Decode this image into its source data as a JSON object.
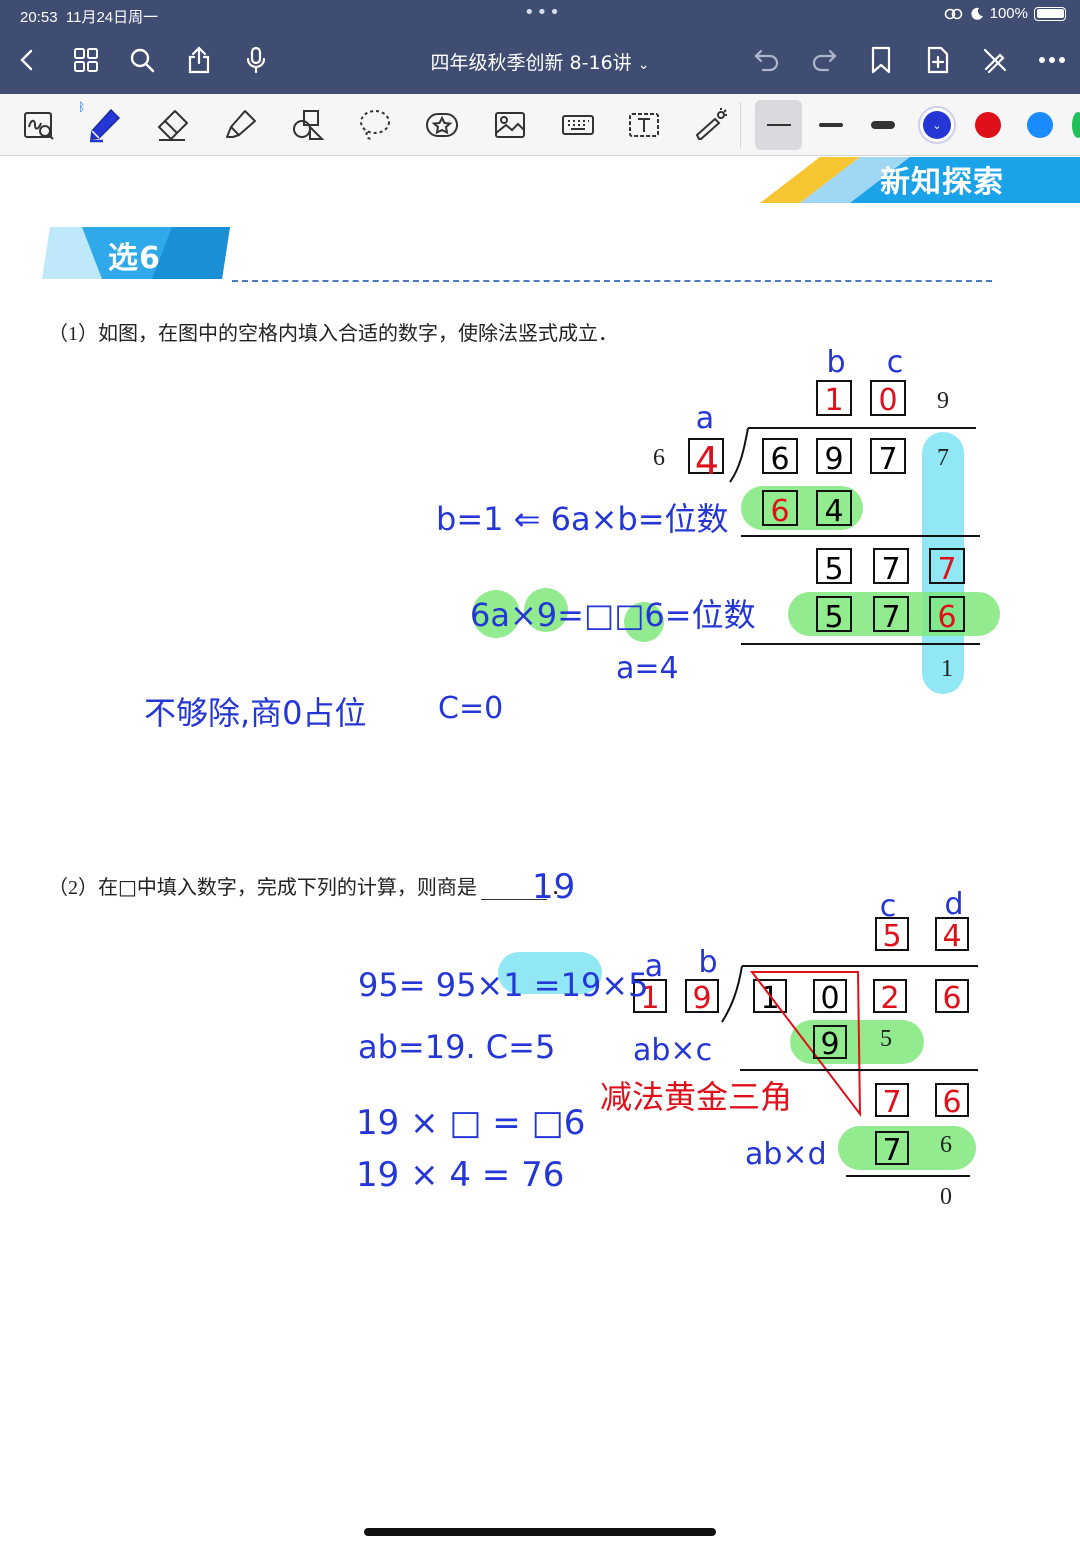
{
  "status": {
    "time": "20:53",
    "date": "11月24日周一",
    "battery": "100%"
  },
  "nav": {
    "title": "四年级秋季创新 8-16讲",
    "title_chevron": "⌄"
  },
  "toolbar": {
    "colors": [
      "#2436d6",
      "#e0101a",
      "#1a8cff"
    ]
  },
  "page": {
    "banner": "新知探索",
    "section_label": "选6",
    "q1": {
      "num": "（1）",
      "text": "如图，在图中的空格内填入合适的数字，使除法竖式成立．",
      "divisor_first": "6",
      "divisor_box": "4",
      "quotient_boxes": [
        "1",
        "0"
      ],
      "quotient_last": "9",
      "dividend_boxes": [
        "6",
        "9",
        "7"
      ],
      "dividend_last": "7",
      "row1_boxes": [
        "6",
        "4"
      ],
      "row2_boxes": [
        "5",
        "7",
        "7"
      ],
      "row3_boxes": [
        "5",
        "7",
        "6"
      ],
      "remainder": "1",
      "ann_a": "a",
      "ann_b": "b",
      "ann_c": "c",
      "note1": "b=1 ⇐ 6a×b=位数",
      "note2": "6a×9=□□6=位数",
      "note3": "a=4",
      "note4": "不够除,商0占位",
      "note5": "C=0"
    },
    "q2": {
      "num": "（2）",
      "text_before": "在□中填入数字，完成下列的计算，则商是",
      "answer": "19",
      "text_after": "．",
      "divisor_boxes": [
        "1",
        "9"
      ],
      "quotient_boxes": [
        "5",
        "4"
      ],
      "dividend_boxes": [
        "1",
        "0",
        "2",
        "6"
      ],
      "row1_box": "9",
      "row1_last": "5",
      "row2_boxes": [
        "7",
        "6"
      ],
      "row3_box": "7",
      "row3_last": "6",
      "remainder": "0",
      "ann_a": "a",
      "ann_b": "b",
      "ann_c": "c",
      "ann_d": "d",
      "note_ab_c": "ab×c",
      "note_ab_d": "ab×d",
      "note_red": "减法黄金三角",
      "note1": "95= 95×1 =19×5",
      "note2": "ab=19.  C=5",
      "note3": "19 × □ = □6",
      "note4": "19 × 4 = 76"
    }
  }
}
